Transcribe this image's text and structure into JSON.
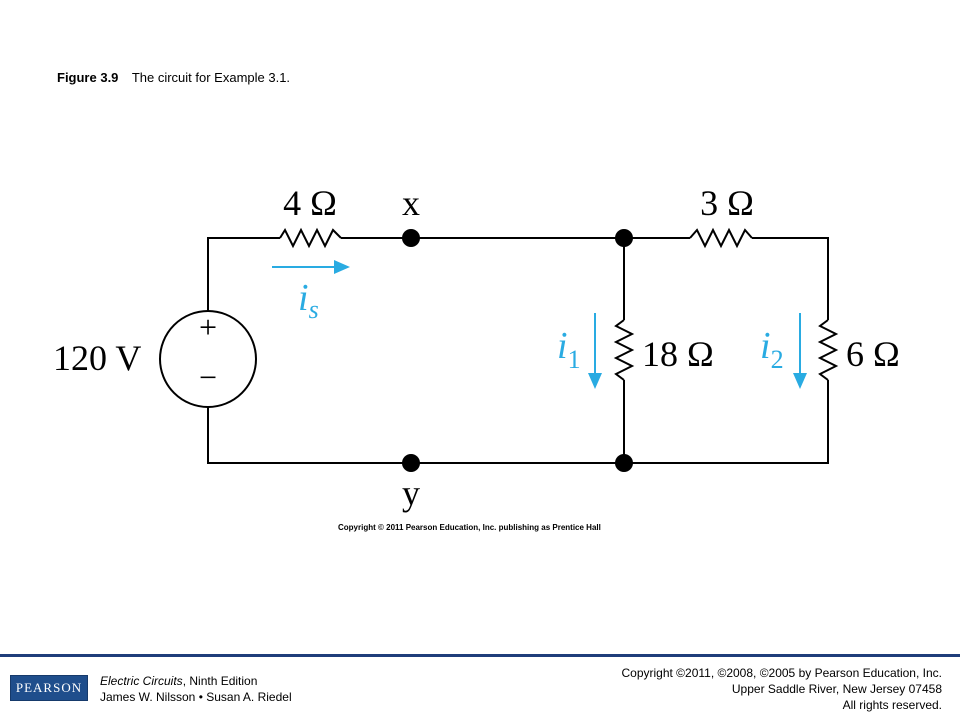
{
  "caption": {
    "figure_label": "Figure 3.9",
    "text": "The circuit for Example 3.1."
  },
  "circuit": {
    "source_label": "120 V",
    "source_plus": "+",
    "source_minus": "−",
    "r_series_label": "4 Ω",
    "r_top_right_label": "3 Ω",
    "r_middle_label": "18 Ω",
    "r_right_label": "6 Ω",
    "node_x": "x",
    "node_y": "y",
    "current_s_main": "i",
    "current_s_sub": "s",
    "current_1_main": "i",
    "current_1_sub": "1",
    "current_2_main": "i",
    "current_2_sub": "2",
    "copyright": "Copyright © 2011 Pearson Education, Inc. publishing as Prentice Hall",
    "colors": {
      "wire": "#000000",
      "current": "#29abe2"
    }
  },
  "footer": {
    "logo_text": "PEARSON",
    "book_title": "Electric Circuits",
    "book_edition": ", Ninth Edition",
    "authors": "James W. Nilsson • Susan A. Riedel",
    "copyright_line1": "Copyright ©2011, ©2008, ©2005 by Pearson Education, Inc.",
    "copyright_line2": "Upper Saddle River, New Jersey 07458",
    "copyright_line3": "All rights reserved."
  }
}
